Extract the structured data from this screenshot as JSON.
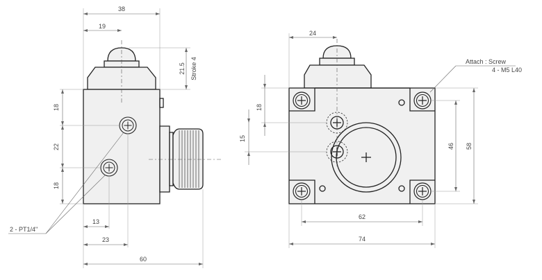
{
  "side_view": {
    "dims": {
      "width_total": "38",
      "plunger_offset": "19",
      "height_plunger": "21.5",
      "stroke": "Stroke 4",
      "port_upper": "18",
      "port_spacing": "22",
      "port_lower": "18",
      "port_x1": "13",
      "port_x2": "23",
      "length_total": "60"
    },
    "port_note": "2 - PT1/4\""
  },
  "front_view": {
    "dims": {
      "plunger_offset": "24",
      "hole_upper": "18",
      "hole_spacing": "15",
      "mount_height": "46",
      "body_height": "58",
      "mount_width": "62",
      "body_width": "74"
    },
    "note_attach": "Attach : Screw",
    "note_screw": "4 - M5 L40"
  }
}
